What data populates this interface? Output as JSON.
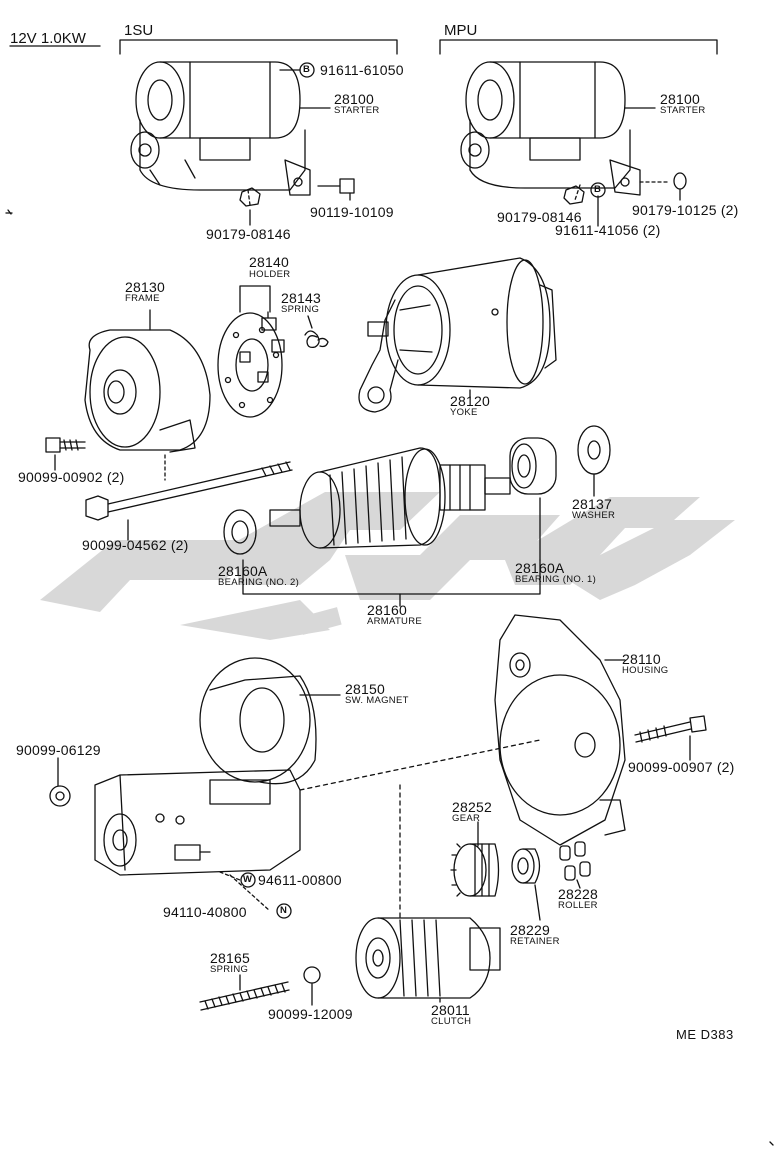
{
  "header": {
    "spec": "12V 1.0KW",
    "group_left": "1SU",
    "group_right": "MPU"
  },
  "parts": [
    {
      "id": "p1",
      "number": "91611-61050",
      "marker": "B"
    },
    {
      "id": "p2",
      "number": "28100",
      "name": "STARTER"
    },
    {
      "id": "p3",
      "number": "90119-10109"
    },
    {
      "id": "p4",
      "number": "90179-08146"
    },
    {
      "id": "p5",
      "number": "28100",
      "name": "STARTER"
    },
    {
      "id": "p6",
      "number": "90179-08146"
    },
    {
      "id": "p7",
      "number": "90179-10125 (2)"
    },
    {
      "id": "p8",
      "number": "91611-41056 (2)",
      "marker": "B"
    },
    {
      "id": "p9",
      "number": "28140",
      "name": "HOLDER"
    },
    {
      "id": "p10",
      "number": "28143",
      "name": "SPRING"
    },
    {
      "id": "p11",
      "number": "28130",
      "name": "FRAME"
    },
    {
      "id": "p12",
      "number": "28120",
      "name": "YOKE"
    },
    {
      "id": "p13",
      "number": "90099-00902 (2)"
    },
    {
      "id": "p14",
      "number": "28137",
      "name": "WASHER"
    },
    {
      "id": "p15",
      "number": "90099-04562 (2)"
    },
    {
      "id": "p16",
      "number": "28160A",
      "name": "BEARING (NO. 2)"
    },
    {
      "id": "p17",
      "number": "28160A",
      "name": "BEARING (NO. 1)"
    },
    {
      "id": "p18",
      "number": "28160",
      "name": "ARMATURE"
    },
    {
      "id": "p19",
      "number": "28110",
      "name": "HOUSING"
    },
    {
      "id": "p20",
      "number": "28150",
      "name": "SW. MAGNET"
    },
    {
      "id": "p21",
      "number": "90099-06129"
    },
    {
      "id": "p22",
      "number": "90099-00907 (2)"
    },
    {
      "id": "p23",
      "number": "28252",
      "name": "GEAR"
    },
    {
      "id": "p24",
      "number": "94611-00800",
      "marker": "W"
    },
    {
      "id": "p25",
      "number": "94110-40800",
      "marker": "N"
    },
    {
      "id": "p26",
      "number": "28228",
      "name": "ROLLER"
    },
    {
      "id": "p27",
      "number": "28229",
      "name": "RETAINER"
    },
    {
      "id": "p28",
      "number": "28165",
      "name": "SPRING"
    },
    {
      "id": "p29",
      "number": "90099-12009"
    },
    {
      "id": "p30",
      "number": "28011",
      "name": "CLUTCH"
    }
  ],
  "drawing_code": "ME D383",
  "colors": {
    "ink": "#111111",
    "watermark": "#d4d4d4"
  }
}
